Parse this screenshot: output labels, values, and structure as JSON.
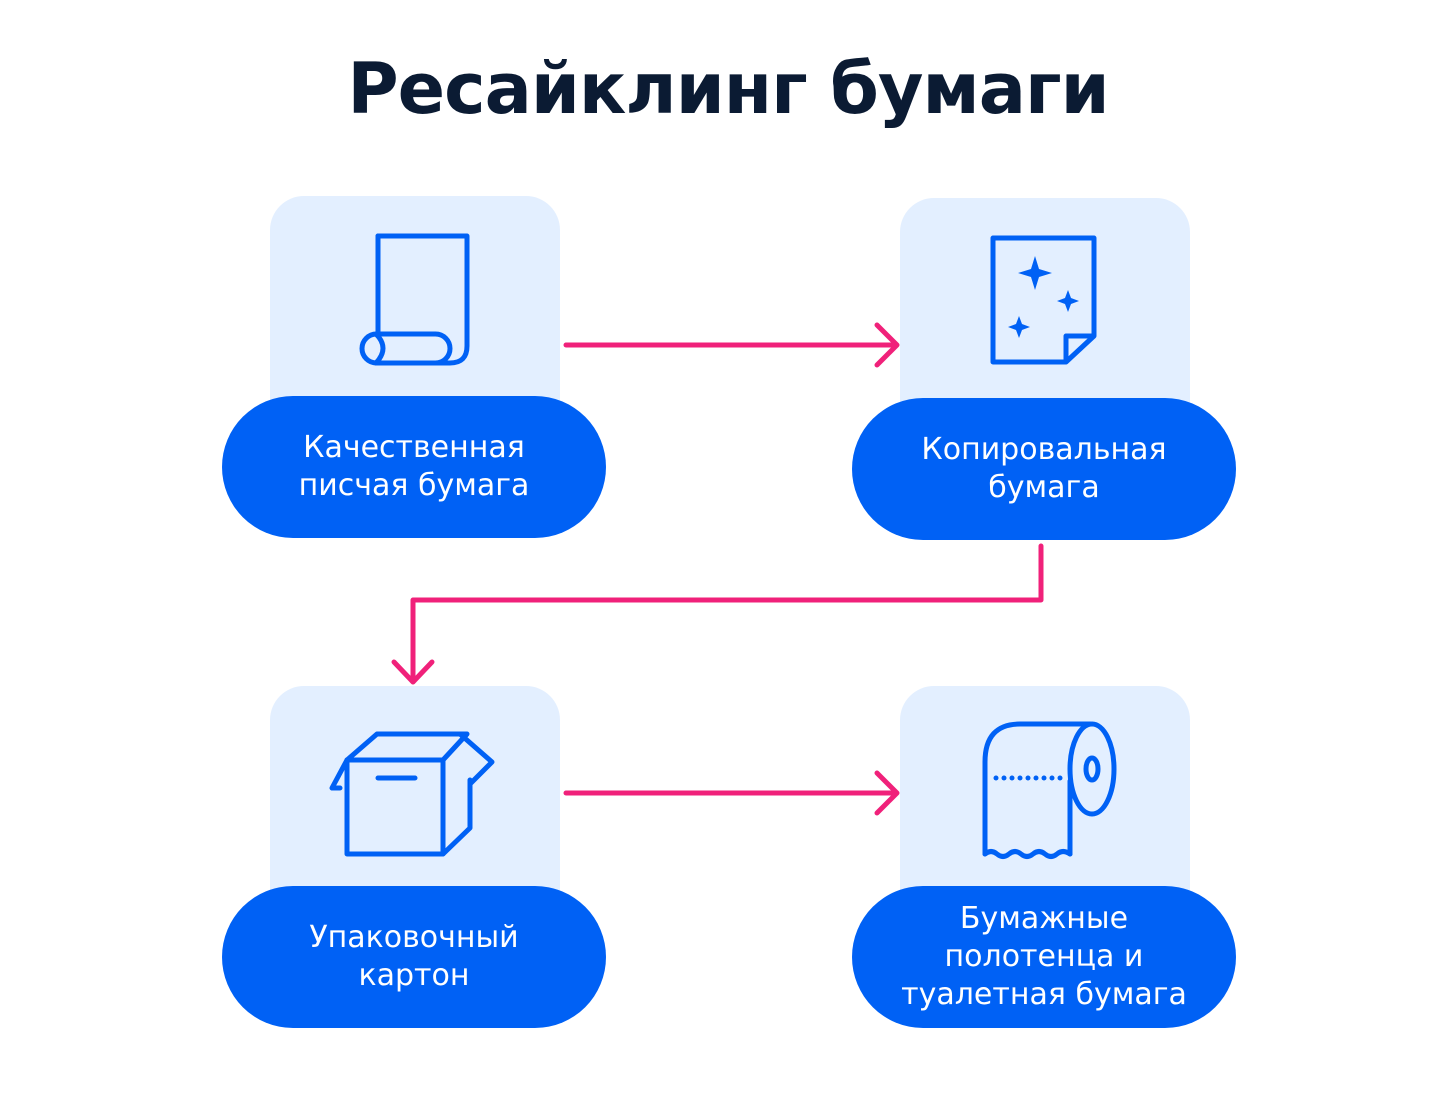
{
  "title": "Ресайклинг бумаги",
  "colors": {
    "accent": "#0061f5",
    "card": "#e3efff",
    "arrow": "#f0217a",
    "title": "#0b1b33"
  },
  "steps": [
    {
      "icon": "paper-scroll-icon",
      "label": "Качественная\nписчая бумага"
    },
    {
      "icon": "copy-paper-sparkle-icon",
      "label": "Копировальная\nбумага"
    },
    {
      "icon": "cardboard-box-icon",
      "label": "Упаковочный\nкартон"
    },
    {
      "icon": "toilet-paper-roll-icon",
      "label": "Бумажные\nполотенца и\nтуалетная бумага"
    }
  ]
}
